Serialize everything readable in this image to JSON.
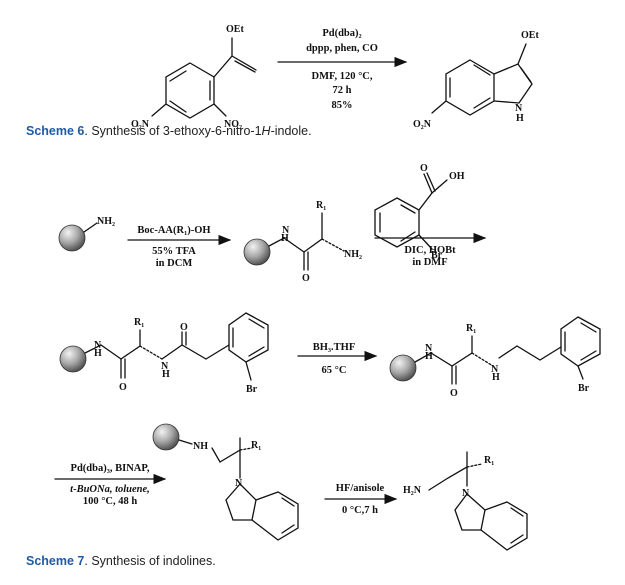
{
  "scheme6": {
    "labels": {
      "oet_sm": "OEt",
      "o2n_sm": "O₂N",
      "no2_sm": "NO₂",
      "oet_pr": "OEt",
      "o2n_pr": "O₂N",
      "n_pr": "N",
      "h_pr": "H"
    },
    "conditions": [
      "Pd(dba)₂",
      "dppp, phen, CO",
      "DMF, 120 °C,",
      "72 h",
      "85%"
    ],
    "caption": {
      "number": "Scheme 6",
      "text": ". Synthesis of 3-ethoxy-6-nitro-1",
      "italic": "H",
      "end": "-indole."
    }
  },
  "scheme7": {
    "row1": {
      "nh2_resin": "NH₂",
      "step1": [
        "Boc-AA(R₁)-OH",
        "55% TFA",
        "in DCM"
      ],
      "int1": {
        "n": "N",
        "h": "H",
        "r1": "R₁",
        "nh2": "NH₂",
        "o": "O"
      },
      "reagent": {
        "o": "O",
        "oh": "OH",
        "br": "Br"
      },
      "step2": [
        "DIC, HOBt",
        "in DMF"
      ]
    },
    "row2": {
      "int2": {
        "n1": "N",
        "h1": "H",
        "r1": "R₁",
        "o1": "O",
        "o2": "O",
        "n2": "N",
        "h2": "H",
        "br": "Br"
      },
      "step3": [
        "BH₃.THF",
        "65 °C"
      ],
      "int3": {
        "n1": "N",
        "h1": "H",
        "r1": "R₁",
        "o": "O",
        "n2": "N",
        "h2": "H",
        "br": "Br"
      }
    },
    "row3": {
      "int4": {
        "nh": "NH",
        "r1": "R₁",
        "n": "N"
      },
      "step4": [
        "Pd(dba)₃, BINAP,",
        "t-BuONa, toluene,",
        "100 °C, 48 h"
      ],
      "step5": [
        "HF/anisole",
        "0 °C,7 h"
      ],
      "product": {
        "h2n": "H₂N",
        "r1": "R₁",
        "n": "N"
      }
    },
    "caption": {
      "number": "Scheme 7",
      "text": ". Synthesis of indolines."
    }
  },
  "colors": {
    "caption_label": "#1f5aa6",
    "resin_bead": "#9a9a9a"
  }
}
